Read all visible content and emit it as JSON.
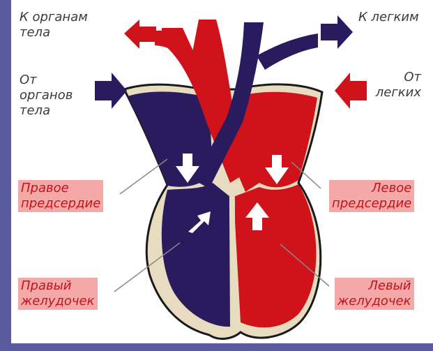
{
  "labels": {
    "to_body": "К органам\nтела",
    "to_lungs": "К легким",
    "from_body": "От\nорганов\nтела",
    "from_lungs": "От\nлегких",
    "right_atrium": "Правое\nпредсердие",
    "left_atrium": "Левое\nпредсердие",
    "right_ventricle": "Правый\nжелудочек",
    "left_ventricle": "Левый\nжелудочек"
  },
  "colors": {
    "frame": "#5a5a9e",
    "arterial": "#d0121b",
    "venous": "#2a1a5e",
    "wall": "#e8dcc0",
    "outline": "#1a1a1a",
    "label_box": "#f4a8a8",
    "label_text": "#c0141c",
    "arrow": "#ffffff"
  }
}
